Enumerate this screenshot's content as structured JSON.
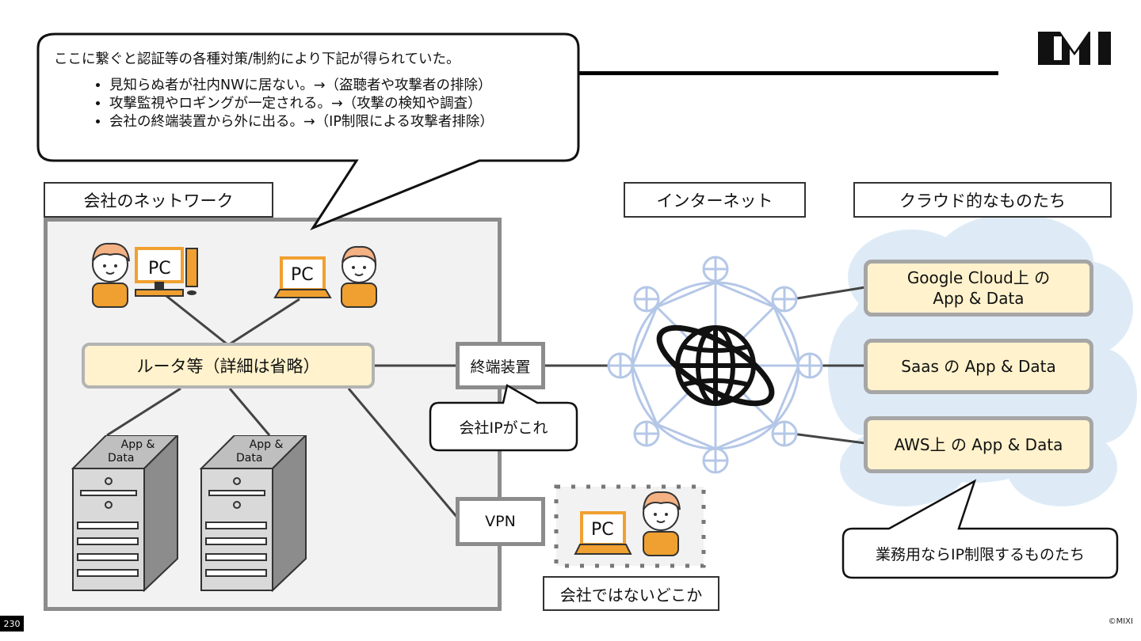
{
  "slide": {
    "page_number": "230",
    "copyright": "©MIXI",
    "logo_alt": "MIXI"
  },
  "bubble": {
    "intro": "ここに繋ぐと認証等の各種対策/制約により下記が得られていた。",
    "bullets": [
      "見知らぬ者が社内NWに居ない。→（盗聴者や攻撃者の排除）",
      "攻撃監視やロギングが一定される。→（攻撃の検知や調査）",
      "会社の終端装置から外に出る。→（IP制限による攻撃者排除）"
    ]
  },
  "labels": {
    "company_network": "会社のネットワーク",
    "internet": "インターネット",
    "cloud": "クラウド的なものたち",
    "router": "ルータ等（詳細は省略）",
    "terminal": "終端装置",
    "company_ip_callout": "会社IPがこれ",
    "vpn": "VPN",
    "outside": "会社ではないどこか",
    "ip_restrict_callout": "業務用ならIP制限するものたち"
  },
  "devices": {
    "pc_label": "PC",
    "server_label_line1": "App &",
    "server_label_line2": "Data"
  },
  "cloud_items": [
    {
      "line1": "Google Cloud上 の",
      "line2": "App & Data"
    },
    {
      "line1": "Saas の App & Data",
      "line2": ""
    },
    {
      "line1": "AWS上 の App & Data",
      "line2": ""
    }
  ],
  "colors": {
    "highlight_fill": "#fff2cc",
    "box_border": "#8c8c8c",
    "cloud_fill": "#deebf7",
    "network_ring": "#b4c7e7",
    "person_hair": "#f4b183",
    "person_shirt": "#f0a030"
  }
}
